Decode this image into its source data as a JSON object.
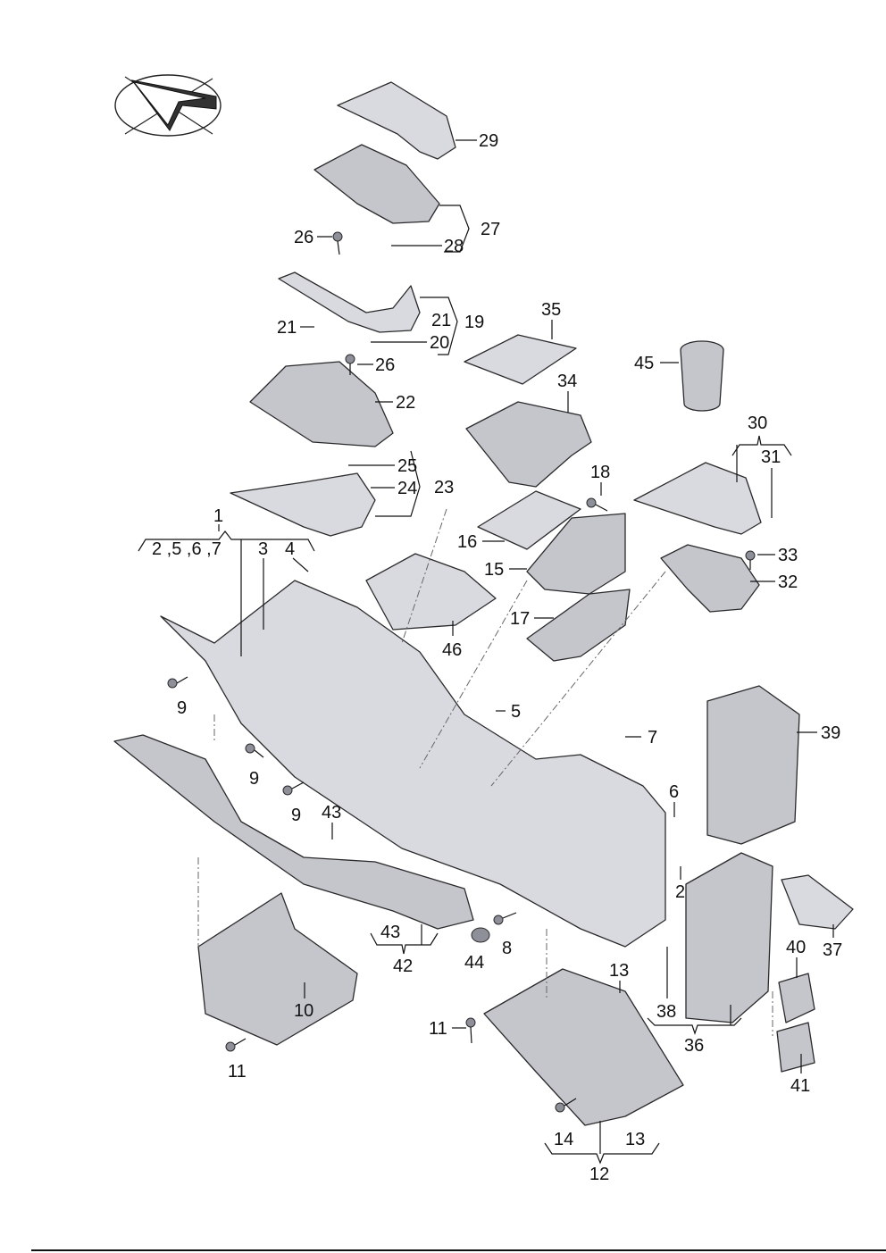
{
  "diagram": {
    "type": "exploded parts diagram",
    "labels": [
      "29",
      "27",
      "28",
      "26",
      "21",
      "19",
      "20",
      "21",
      "26",
      "22",
      "25",
      "23",
      "24",
      "1",
      "2 ,5 ,6 ,7",
      "3",
      "4",
      "35",
      "34",
      "45",
      "30",
      "31",
      "18",
      "16",
      "15",
      "33",
      "32",
      "17",
      "46",
      "9",
      "5",
      "7",
      "39",
      "9",
      "9",
      "6",
      "43",
      "2",
      "37",
      "40",
      "43",
      "42",
      "44",
      "8",
      "13",
      "38",
      "36",
      "10",
      "11",
      "11",
      "41",
      "14",
      "13",
      "12"
    ]
  }
}
